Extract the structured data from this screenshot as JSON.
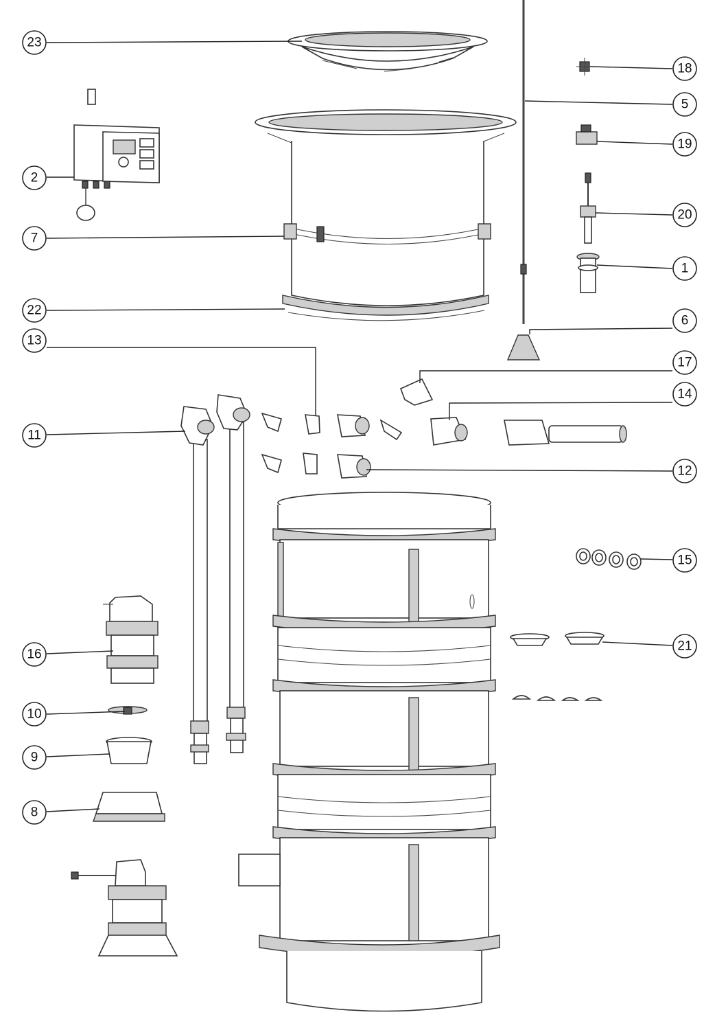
{
  "callouts": {
    "c1": "1",
    "c2": "2",
    "c5": "5",
    "c6": "6",
    "c7": "7",
    "c8": "8",
    "c9": "9",
    "c10": "10",
    "c11": "11",
    "c12": "12",
    "c13": "13",
    "c14": "14",
    "c15": "15",
    "c16": "16",
    "c17": "17",
    "c18": "18",
    "c19": "19",
    "c20": "20",
    "c21": "21",
    "c22": "22",
    "c23": "23"
  },
  "colors": {
    "line": "#222222",
    "fill": "#ffffff",
    "shade": "#cfcfcf"
  }
}
